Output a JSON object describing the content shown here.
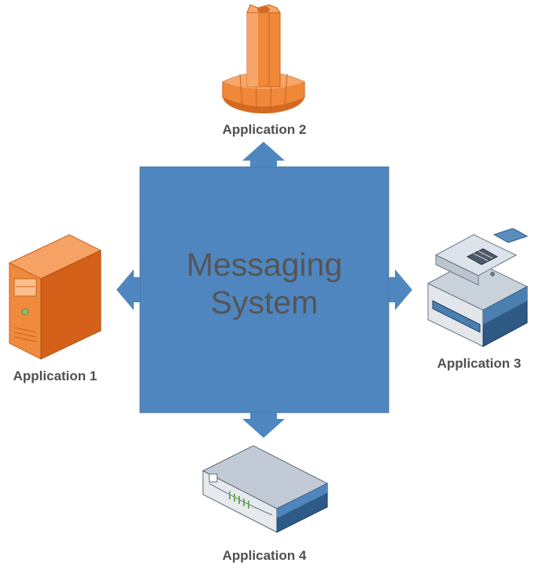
{
  "hub": {
    "title_line1": "Messaging",
    "title_line2": "System",
    "fill_color": "#4f86bf",
    "border_color": "#3f6f9f"
  },
  "applications": [
    {
      "label": "Application 1",
      "icon": "server-tower-icon"
    },
    {
      "label": "Application 2",
      "icon": "mainframe-tower-icon"
    },
    {
      "label": "Application 3",
      "icon": "fax-machine-icon"
    },
    {
      "label": "Application 4",
      "icon": "network-switch-icon"
    }
  ],
  "colors": {
    "orange": "#e8792f",
    "blue_dark": "#2d4e73",
    "grey_text": "#505050"
  }
}
